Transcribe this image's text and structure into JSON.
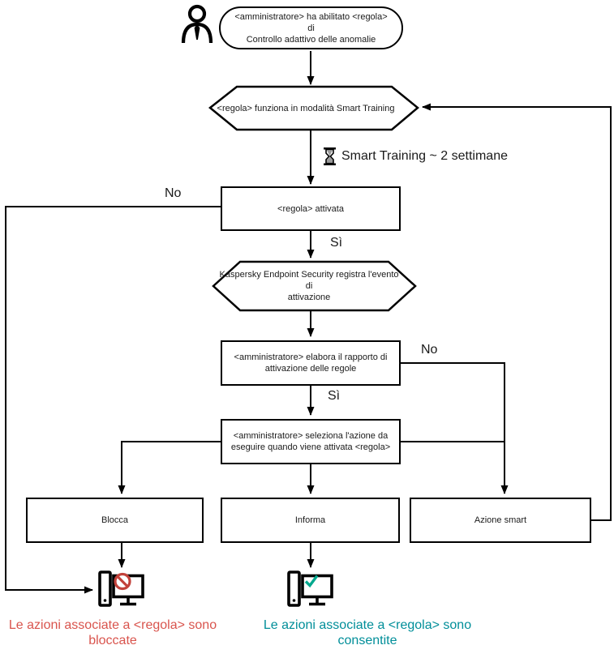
{
  "canvas": {
    "background": "#ffffff",
    "line_color": "#000000"
  },
  "nodes": {
    "start": {
      "shape": "stadium",
      "lines": [
        "<amministratore> ha abilitato <regola> di",
        "Controllo adattivo delle anomalie"
      ]
    },
    "smart_training": {
      "shape": "hexagon",
      "text": "<regola> funziona in modalità Smart Training"
    },
    "rule_activated": {
      "shape": "rect",
      "text": "<regola> attivata"
    },
    "kes_logs": {
      "shape": "hexagon",
      "lines": [
        "Kaspersky Endpoint Security registra l'evento di",
        "attivazione"
      ]
    },
    "admin_report": {
      "shape": "rect",
      "lines": [
        "<amministratore> elabora il rapporto di",
        "attivazione delle regole"
      ]
    },
    "admin_selects": {
      "shape": "rect",
      "lines": [
        "<amministratore> seleziona l'azione da",
        "eseguire quando viene attivata <regola>"
      ]
    },
    "block": {
      "shape": "rect",
      "text": "Blocca"
    },
    "inform": {
      "shape": "rect",
      "text": "Informa"
    },
    "smart_action": {
      "shape": "rect",
      "text": "Azione smart"
    }
  },
  "labels": {
    "no_left": "No",
    "yes_after_activation": "Sì",
    "no_after_report": "No",
    "yes_after_report": "Sì",
    "training_duration": "Smart Training ~ 2 settimane"
  },
  "outcomes": {
    "blocked": {
      "lines": [
        "Le azioni associate a <regola> sono",
        "bloccate"
      ],
      "color": "#d9544d"
    },
    "allowed": {
      "lines": [
        "Le azioni associate a <regola> sono",
        "consentite"
      ],
      "color": "#008e99"
    }
  },
  "icons": {
    "admin": "person-icon",
    "timer": "hourglass-icon",
    "blocked_pc": "computer-blocked-icon",
    "allowed_pc": "computer-allowed-icon"
  },
  "status_colors": {
    "blocked_sign": "#c2423b",
    "allowed_check": "#00a88e",
    "hourglass_sand": "#9a9a9a"
  }
}
